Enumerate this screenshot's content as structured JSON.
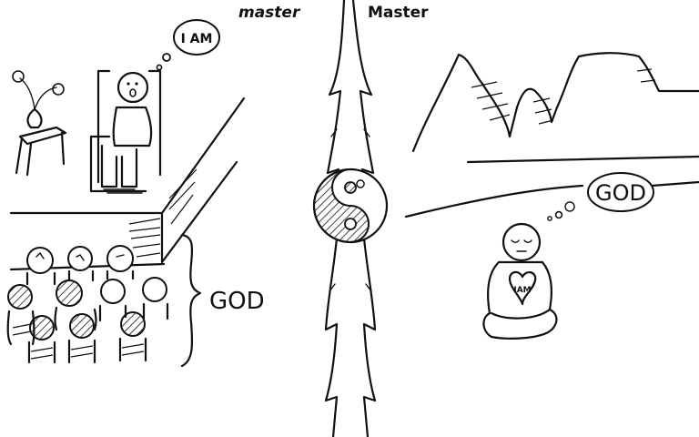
{
  "labels": {
    "left_title": "master",
    "right_title": "Master",
    "left_bubble": "I AM",
    "right_bubble": "GOD",
    "brace_label": "GOD",
    "heart_label": "IAM"
  },
  "colors": {
    "ink": "#111111",
    "paper": "#ffffff"
  }
}
